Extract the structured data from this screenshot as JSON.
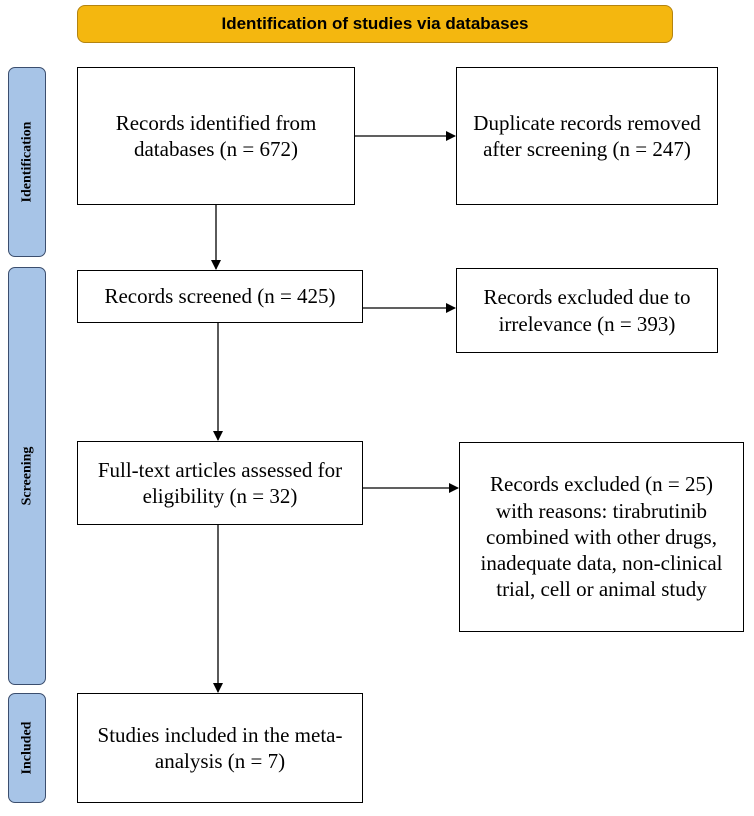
{
  "header": {
    "title": "Identification of studies via databases"
  },
  "side_labels": {
    "identification": "Identification",
    "screening": "Screening",
    "included": "Included"
  },
  "boxes": {
    "records_identified": "Records identified from databases (n = 672)",
    "duplicates_removed": "Duplicate records removed after screening (n = 247)",
    "records_screened": "Records screened (n = 425)",
    "excluded_irrelevance": "Records excluded due to irrelevance (n = 393)",
    "fulltext_assessed": "Full-text articles assessed for eligibility (n = 32)",
    "excluded_reasons": "Records excluded (n = 25) with reasons: tirabrutinib combined with other drugs, inadequate data, non-clinical trial, cell or animal study",
    "studies_included": "Studies included in the meta-analysis (n = 7)"
  }
}
